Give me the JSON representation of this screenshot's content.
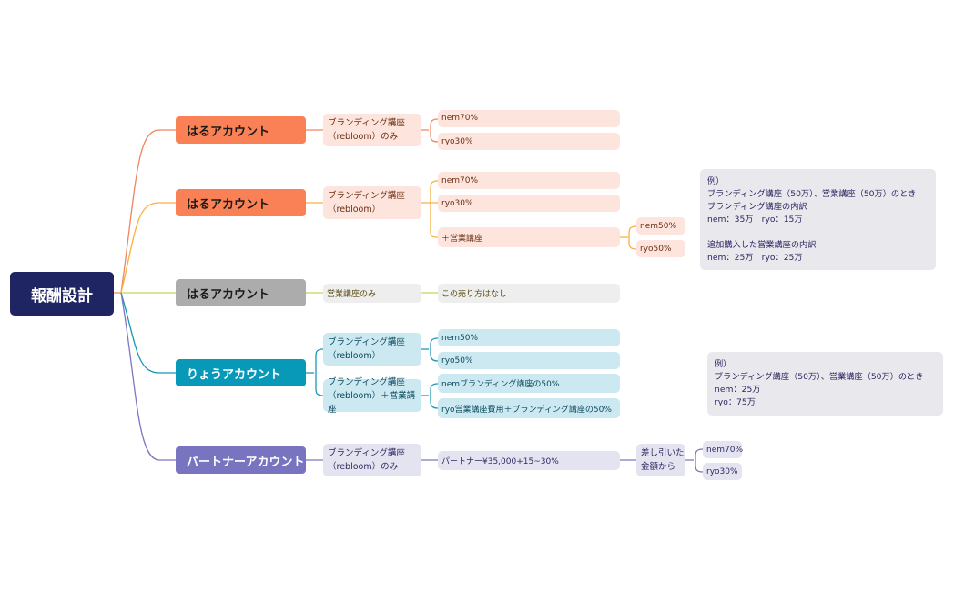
{
  "root": {
    "label": "報酬設計",
    "color": "#1f2462"
  },
  "branches": [
    {
      "label": "はるアカウント",
      "color": "#fa8155",
      "line": "#f08560",
      "children": [
        {
          "label": "ブランディング講座\n（rebloom）のみ",
          "children": [
            {
              "label": "nem70%"
            },
            {
              "label": "ryo30%"
            }
          ]
        }
      ]
    },
    {
      "label": "はるアカウント",
      "color": "#fa8155",
      "line": "#f8b040",
      "children": [
        {
          "label": "ブランディング講座\n（rebloom）",
          "children": [
            {
              "label": "nem70%"
            },
            {
              "label": "ryo30%"
            },
            {
              "label": "＋営業講座",
              "children": [
                {
                  "label": "nem50%"
                },
                {
                  "label": "ryo50%"
                }
              ]
            }
          ]
        }
      ],
      "note": "例）\nブランディング講座（50万）、営業講座（50万）のとき\nブランディング講座の内訳\nnem：35万　ryo：15万\n\n追加購入した営業講座の内訳\nnem：25万　ryo：25万"
    },
    {
      "label": "はるアカウント",
      "color": "#acacac",
      "line": "#c8d45a",
      "children": [
        {
          "label": "営業講座のみ",
          "children": [
            {
              "label": "この売り方はなし"
            }
          ]
        }
      ]
    },
    {
      "label": "りょうアカウント",
      "color": "#0898b8",
      "line": "#1797b8",
      "children": [
        {
          "label": "ブランディング講座\n（rebloom）",
          "children": [
            {
              "label": "nem50%"
            },
            {
              "label": "ryo50%"
            }
          ]
        },
        {
          "label": "ブランディング講座\n（rebloom）＋営業講座",
          "children": [
            {
              "label": "nemブランディング講座の50%"
            },
            {
              "label": "ryo営業講座費用＋ブランディング講座の50%"
            }
          ]
        }
      ],
      "note": "例）\nブランディング講座（50万）、営業講座（50万）のとき\nnem：25万\nryo：75万"
    },
    {
      "label": "パートナーアカウント",
      "color": "#7874c0",
      "line": "#7b77c0",
      "children": [
        {
          "label": "ブランディング講座\n（rebloom）のみ",
          "children": [
            {
              "label": "パートナー¥35,000+15~30%",
              "children": [
                {
                  "label": "差し引いた\n金額から",
                  "children": [
                    {
                      "label": "nem70%"
                    },
                    {
                      "label": "ryo30%"
                    }
                  ]
                }
              ]
            }
          ]
        }
      ]
    }
  ]
}
